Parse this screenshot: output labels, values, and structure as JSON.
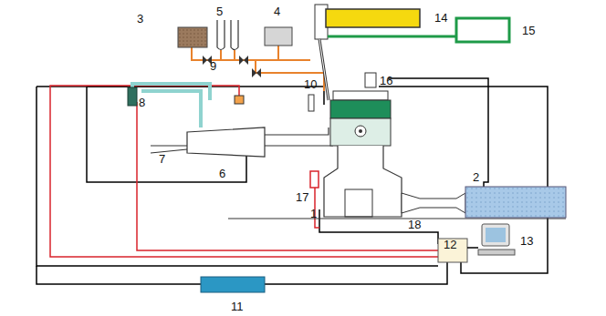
{
  "diagram": {
    "labels": [
      "3",
      "5",
      "4",
      "14",
      "15",
      "16",
      "10",
      "9",
      "8",
      "7",
      "6",
      "17",
      "1",
      "18",
      "2",
      "13",
      "12",
      "11"
    ]
  }
}
